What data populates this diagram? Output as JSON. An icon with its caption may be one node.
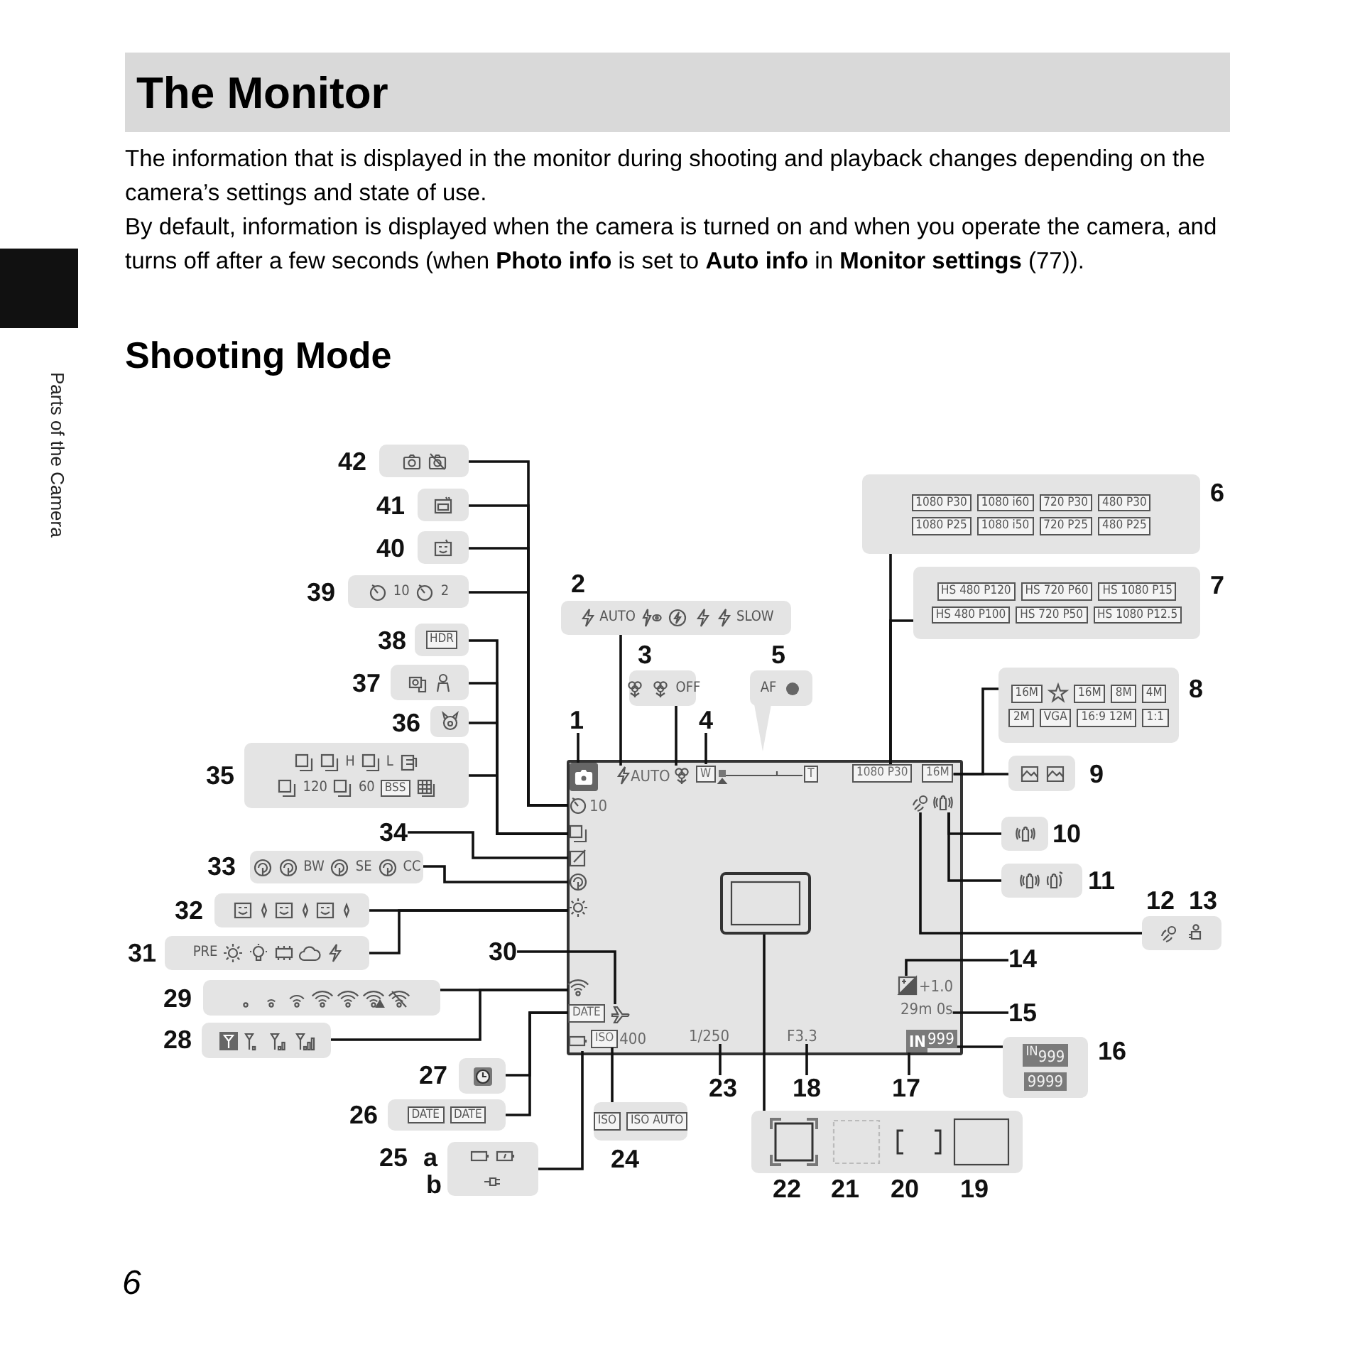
{
  "diagram": {
    "title": "The Monitor",
    "nodes": [
      {
        "text": [],
        "shape": "box"
      },
      {
        "text": [],
        "shape": "box",
        "in": 0
      },
      {
        "text": [
          "AUTO"
        ],
        "in": 0
      },
      {
        "text": [],
        "shape": "circle",
        "in": 0
      },
      {
        "text": [
          "W",
          "T"
        ],
        "in": 0
      },
      {
        "text": [
          "1080 P30"
        ],
        "in": 0
      },
      {
        "text": [
          "16M"
        ],
        "in": 0
      },
      {
        "text": [],
        "shape": "circle",
        "in": 0
      },
      {
        "text": [],
        "shape": "box",
        "in": 0
      },
      {
        "text": [
          "10"
        ],
        "in": 0
      },
      {
        "text": [],
        "shape": "box",
        "in": 0
      },
      {
        "text": [],
        "shape": "box",
        "in": 0
      },
      {
        "text": [],
        "shape": "circle",
        "in": 0
      },
      {
        "text": [],
        "shape": "circle",
        "in": 0
      },
      {
        "text": [],
        "shape": "box",
        "in": 0
      },
      {
        "text": [],
        "shape": "circle",
        "in": 0
      },
      {
        "text": [
          "DATE"
        ],
        "in": 0
      },
      {
        "text": [],
        "shape": "box",
        "in": 0
      },
      {
        "text": [
          "+1.0"
        ],
        "in": 0
      },
      {
        "text": [
          "29m 0s"
        ],
        "in": 0
      },
      {
        "text": [
          "IN"
        ],
        "in": 0
      },
      {
        "text": [
          "999"
        ],
        "in": 0
      },
      {
        "text": [],
        "shape": "box",
        "in": 0
      },
      {
        "text": [
          "ISO",
          "400"
        ],
        "in": 0
      },
      {
        "text": [
          "1/250"
        ],
        "in": 0
      },
      {
        "text": [
          "F3.3"
        ],
        "in": 0
      },
      {
        "text": [],
        "shape": "box",
        "beside": [
          "42"
        ]
      },
      {
        "text": [],
        "shape": "box",
        "beside": [
          "41"
        ]
      },
      {
        "text": [],
        "shape": "box",
        "beside": [
          "40"
        ]
      },
      {
        "text": [
          "10",
          "2"
        ],
        "beside": [
          "39"
        ]
      },
      {
        "text": [
          "HDR"
        ],
        "beside": [
          "38"
        ]
      },
      {
        "text": [],
        "shape": "box",
        "beside": [
          "37"
        ]
      },
      {
        "text": [],
        "shape": "box",
        "beside": [
          "36"
        ]
      },
      {
        "text": [
          "H",
          "L",
          "120",
          "60",
          "BSS"
        ],
        "beside": [
          "35"
        ]
      },
      {
        "text": [
          "34"
        ]
      },
      {
        "text": [
          "BW",
          "SE",
          "CC"
        ],
        "beside": [
          "33"
        ]
      },
      {
        "text": [],
        "shape": "box",
        "beside": [
          "32"
        ]
      },
      {
        "text": [
          "PRE"
        ],
        "beside": [
          "31"
        ]
      },
      {
        "text": [
          "30"
        ]
      },
      {
        "text": [],
        "shape": "box",
        "beside": [
          "29"
        ]
      },
      {
        "text": [],
        "shape": "box",
        "beside": [
          "28"
        ]
      },
      {
        "text": [],
        "shape": "box",
        "beside": [
          "27"
        ]
      },
      {
        "text": [
          "DATE",
          "DATE"
        ],
        "beside": [
          "26"
        ]
      },
      {
        "text": [],
        "shape": "box",
        "beside": [
          "25",
          "a",
          "b"
        ]
      },
      {
        "text": [
          "ISO",
          "ISO AUTO"
        ],
        "beside": [
          "24"
        ]
      },
      {
        "text": [
          "23"
        ]
      },
      {
        "text": [],
        "shape": "box",
        "beside": [
          "22",
          "21",
          "20",
          "19"
        ]
      },
      {
        "text": [
          "18"
        ]
      },
      {
        "text": [
          "17"
        ]
      },
      {
        "text": [
          "$^{IN}$999",
          "9999"
        ],
        "beside": [
          "16"
        ]
      },
      {
        "text": [
          "15"
        ]
      },
      {
        "text": [
          "14"
        ]
      },
      {
        "text": [],
        "shape": "box",
        "beside": [
          "12",
          "13"
        ]
      },
      {
        "text": [],
        "shape": "box",
        "beside": [
          "11"
        ]
      },
      {
        "text": [],
        "shape": "box",
        "beside": [
          "10"
        ]
      },
      {
        "text": [],
        "shape": "box",
        "beside": [
          "9"
        ]
      },
      {
        "text": [
          "16M",
          "16M",
          "8M",
          "4M",
          "2M",
          "VGA",
          "16:9 12M",
          "1:1"
        ],
        "beside": [
          "8"
        ]
      },
      {
        "text": [
          "HS 480 P120",
          "HS 720 P60",
          "HS 1080 P15",
          "HS 480 P100",
          "HS 720 P50",
          "HS 1080 P12.5"
        ],
        "beside": [
          "7"
        ]
      },
      {
        "text": [
          "1080 P30",
          "1080 i60",
          "720 P30",
          "480 P30",
          "1080 P25",
          "1080 i50",
          "720 P25",
          "480 P25"
        ],
        "beside": [
          "6"
        ]
      },
      {
        "text": [
          "AF"
        ],
        "beside": [
          "5"
        ]
      },
      {
        "text": [
          "OFF"
        ],
        "beside": [
          "3"
        ]
      },
      {
        "text": [
          "AUTO",
          "SLOW"
        ],
        "beside": [
          "2"
        ]
      },
      {
        "text": [
          "4"
        ]
      },
      {
        "text": [
          "1"
        ]
      }
    ],
    "edges": [
      {
        "from": 26,
        "to": 9,
        "arrow": "none"
      },
      {
        "from": 27,
        "to": 9,
        "arrow": "none"
      },
      {
        "from": 28,
        "to": 9,
        "arrow": "none"
      },
      {
        "from": 29,
        "to": 9,
        "arrow": "none"
      },
      {
        "from": 30,
        "to": 10,
        "arrow": "none"
      },
      {
        "from": 31,
        "to": 10,
        "arrow": "none"
      },
      {
        "from": 32,
        "to": 10,
        "arrow": "none"
      },
      {
        "from": 33,
        "to": 10,
        "arrow": "none"
      },
      {
        "from": 34,
        "to": 11,
        "arrow": "none"
      },
      {
        "from": 35,
        "to": 12,
        "arrow": "none"
      },
      {
        "from": 36,
        "to": 13,
        "arrow": "none"
      },
      {
        "from": 37,
        "to": 13,
        "arrow": "none"
      },
      {
        "from": 38,
        "to": 17,
        "arrow": "none"
      },
      {
        "from": 39,
        "to": 15,
        "arrow": "none"
      },
      {
        "from": 40,
        "to": 15,
        "arrow": "none"
      },
      {
        "from": 41,
        "to": 16,
        "arrow": "none"
      },
      {
        "from": 42,
        "to": 16,
        "arrow": "none"
      },
      {
        "from": 43,
        "to": 22,
        "arrow": "none"
      },
      {
        "from": 44,
        "to": 23,
        "arrow": "none"
      },
      {
        "from": 45,
        "to": 24,
        "arrow": "none"
      },
      {
        "from": 46,
        "to": 14,
        "arrow": "none"
      },
      {
        "from": 47,
        "to": 25,
        "arrow": "none"
      },
      {
        "from": 48,
        "to": 20,
        "arrow": "none"
      },
      {
        "from": 49,
        "to": 21,
        "arrow": "none"
      },
      {
        "from": 50,
        "to": 19,
        "arrow": "none"
      },
      {
        "from": 51,
        "to": 18,
        "arrow": "none"
      },
      {
        "from": 52,
        "to": 7,
        "arrow": "none"
      },
      {
        "from": 53,
        "to": 8,
        "arrow": "none"
      },
      {
        "from": 54,
        "to": 8,
        "arrow": "none"
      },
      {
        "from": 55,
        "to": 6,
        "arrow": "none"
      },
      {
        "from": 56,
        "to": 6,
        "arrow": "none"
      },
      {
        "from": 57,
        "to": 5,
        "arrow": "none"
      },
      {
        "from": 58,
        "to": 5,
        "arrow": "none"
      },
      {
        "from": 59,
        "to": 0,
        "arrow": "none"
      },
      {
        "from": 60,
        "to": 3,
        "arrow": "none"
      },
      {
        "from": 61,
        "to": 2,
        "arrow": "none"
      },
      {
        "from": 62,
        "to": 4,
        "arrow": "none"
      },
      {
        "from": 63,
        "to": 1,
        "arrow": "none"
      }
    ],
    "labels": [
      "The information that is displayed in the monitor during shooting and playback changes depending on the camera’s settings and state of use.",
      "By default, information is displayed when the camera is turned on and when you operate the camera, and turns off after a few seconds (when **Photo info** is set to **Auto info** in **Monitor settings** (77)).",
      "Shooting Mode",
      "Parts of the Camera",
      "6"
    ]
  }
}
